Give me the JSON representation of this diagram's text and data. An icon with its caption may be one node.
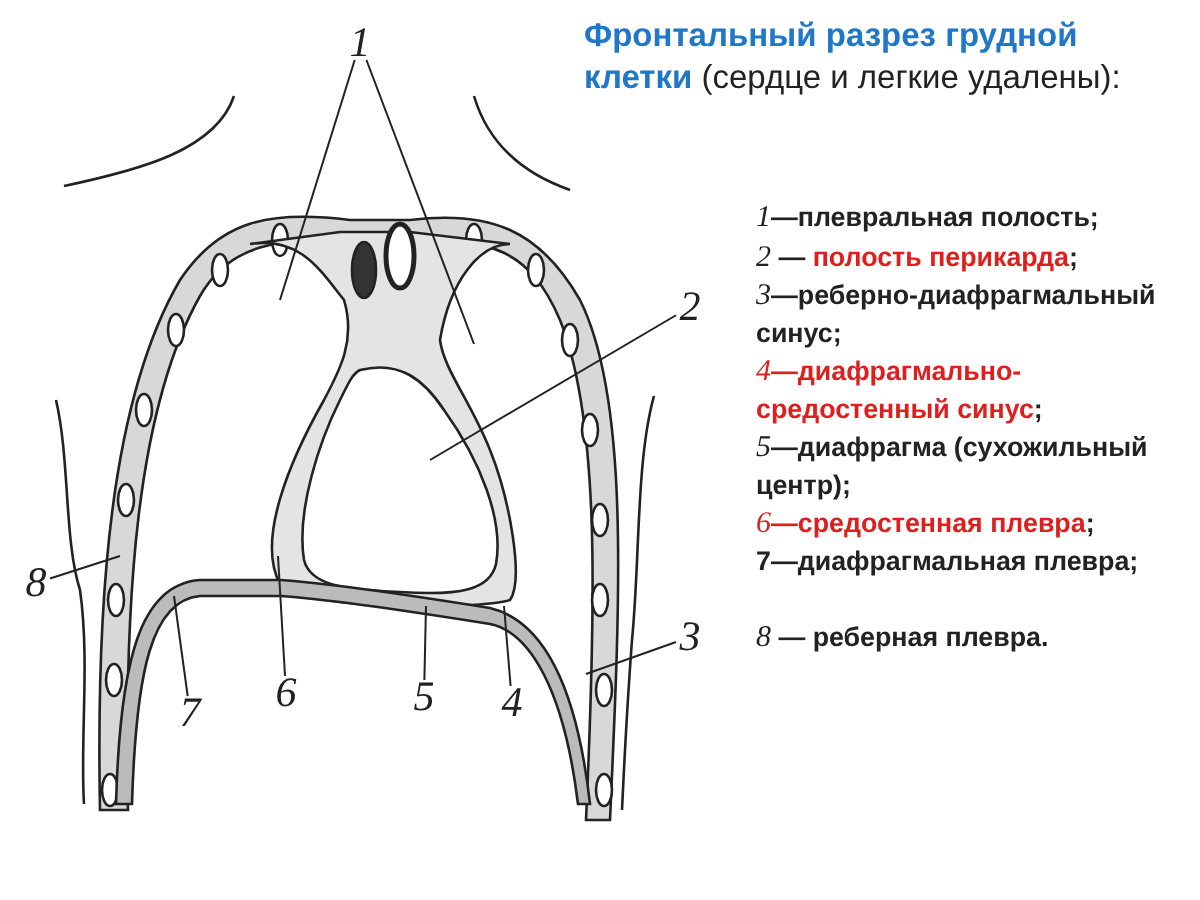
{
  "diagram": {
    "title": "**Фронтальный разрез грудной клетки** (сердце и легкие удалены):",
    "nodes": [
      {
        "text": [
          "1"
        ]
      },
      {
        "text": [
          "2"
        ]
      },
      {
        "text": [
          "3"
        ]
      },
      {
        "text": [
          "4"
        ]
      },
      {
        "text": [
          "5"
        ]
      },
      {
        "text": [
          "6"
        ]
      },
      {
        "text": [
          "7"
        ]
      },
      {
        "text": [
          "8"
        ]
      }
    ],
    "edges": [
      {
        "from": 0,
        "to": null,
        "arrow": "none"
      },
      {
        "from": 0,
        "to": null,
        "arrow": "none"
      },
      {
        "from": 1,
        "to": null,
        "arrow": "none"
      },
      {
        "from": 2,
        "to": null,
        "arrow": "none"
      },
      {
        "from": 3,
        "to": null,
        "arrow": "none"
      },
      {
        "from": 4,
        "to": null,
        "arrow": "none"
      },
      {
        "from": 5,
        "to": null,
        "arrow": "none"
      },
      {
        "from": 6,
        "to": null,
        "arrow": "none"
      },
      {
        "from": 7,
        "to": null,
        "arrow": "none"
      }
    ],
    "labels": [
      "*1*—плевральная полость;",
      "*2* — **полость перикарда**;",
      "*3*—реберно-диафрагмальный синус;",
      "***4*—диафрагмально-средостенный синус**;",
      "*5*—диафрагма (сухожильный центр);",
      "***6*—средостенная плевра**;",
      "7—диафрагмальная плевра;",
      "*8* — реберная плевра."
    ]
  }
}
